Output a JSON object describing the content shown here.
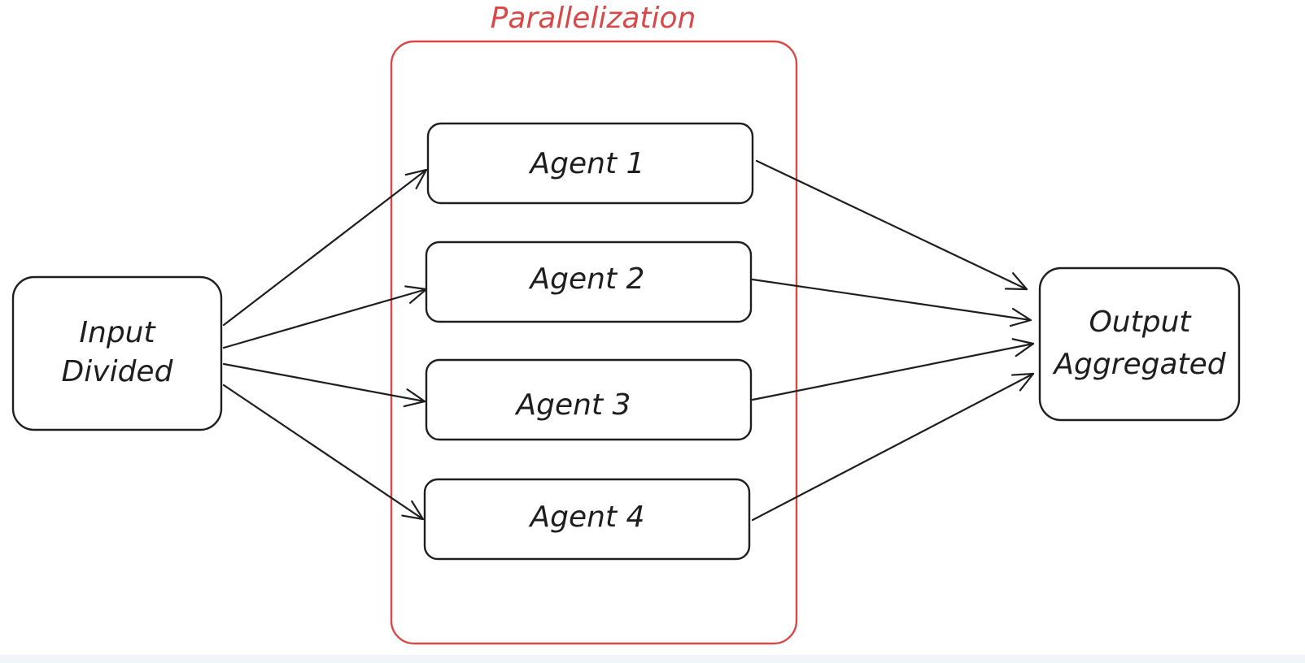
{
  "group": {
    "label": "Parallelization",
    "color": "#d94848"
  },
  "nodes": [
    {
      "id": "input",
      "lines": [
        "Input",
        "Divided"
      ]
    },
    {
      "id": "agent1",
      "lines": [
        "Agent 1"
      ]
    },
    {
      "id": "agent2",
      "lines": [
        "Agent 2"
      ]
    },
    {
      "id": "agent3",
      "lines": [
        "Agent 3"
      ]
    },
    {
      "id": "agent4",
      "lines": [
        "Agent 4"
      ]
    },
    {
      "id": "output",
      "lines": [
        "Output",
        "Aggregated"
      ]
    }
  ],
  "edges": [
    {
      "from": "input",
      "to": "agent1"
    },
    {
      "from": "input",
      "to": "agent2"
    },
    {
      "from": "input",
      "to": "agent3"
    },
    {
      "from": "input",
      "to": "agent4"
    },
    {
      "from": "agent1",
      "to": "output"
    },
    {
      "from": "agent2",
      "to": "output"
    },
    {
      "from": "agent3",
      "to": "output"
    },
    {
      "from": "agent4",
      "to": "output"
    }
  ],
  "colors": {
    "stroke": "#1e1e1e",
    "background": "#ffffff"
  }
}
